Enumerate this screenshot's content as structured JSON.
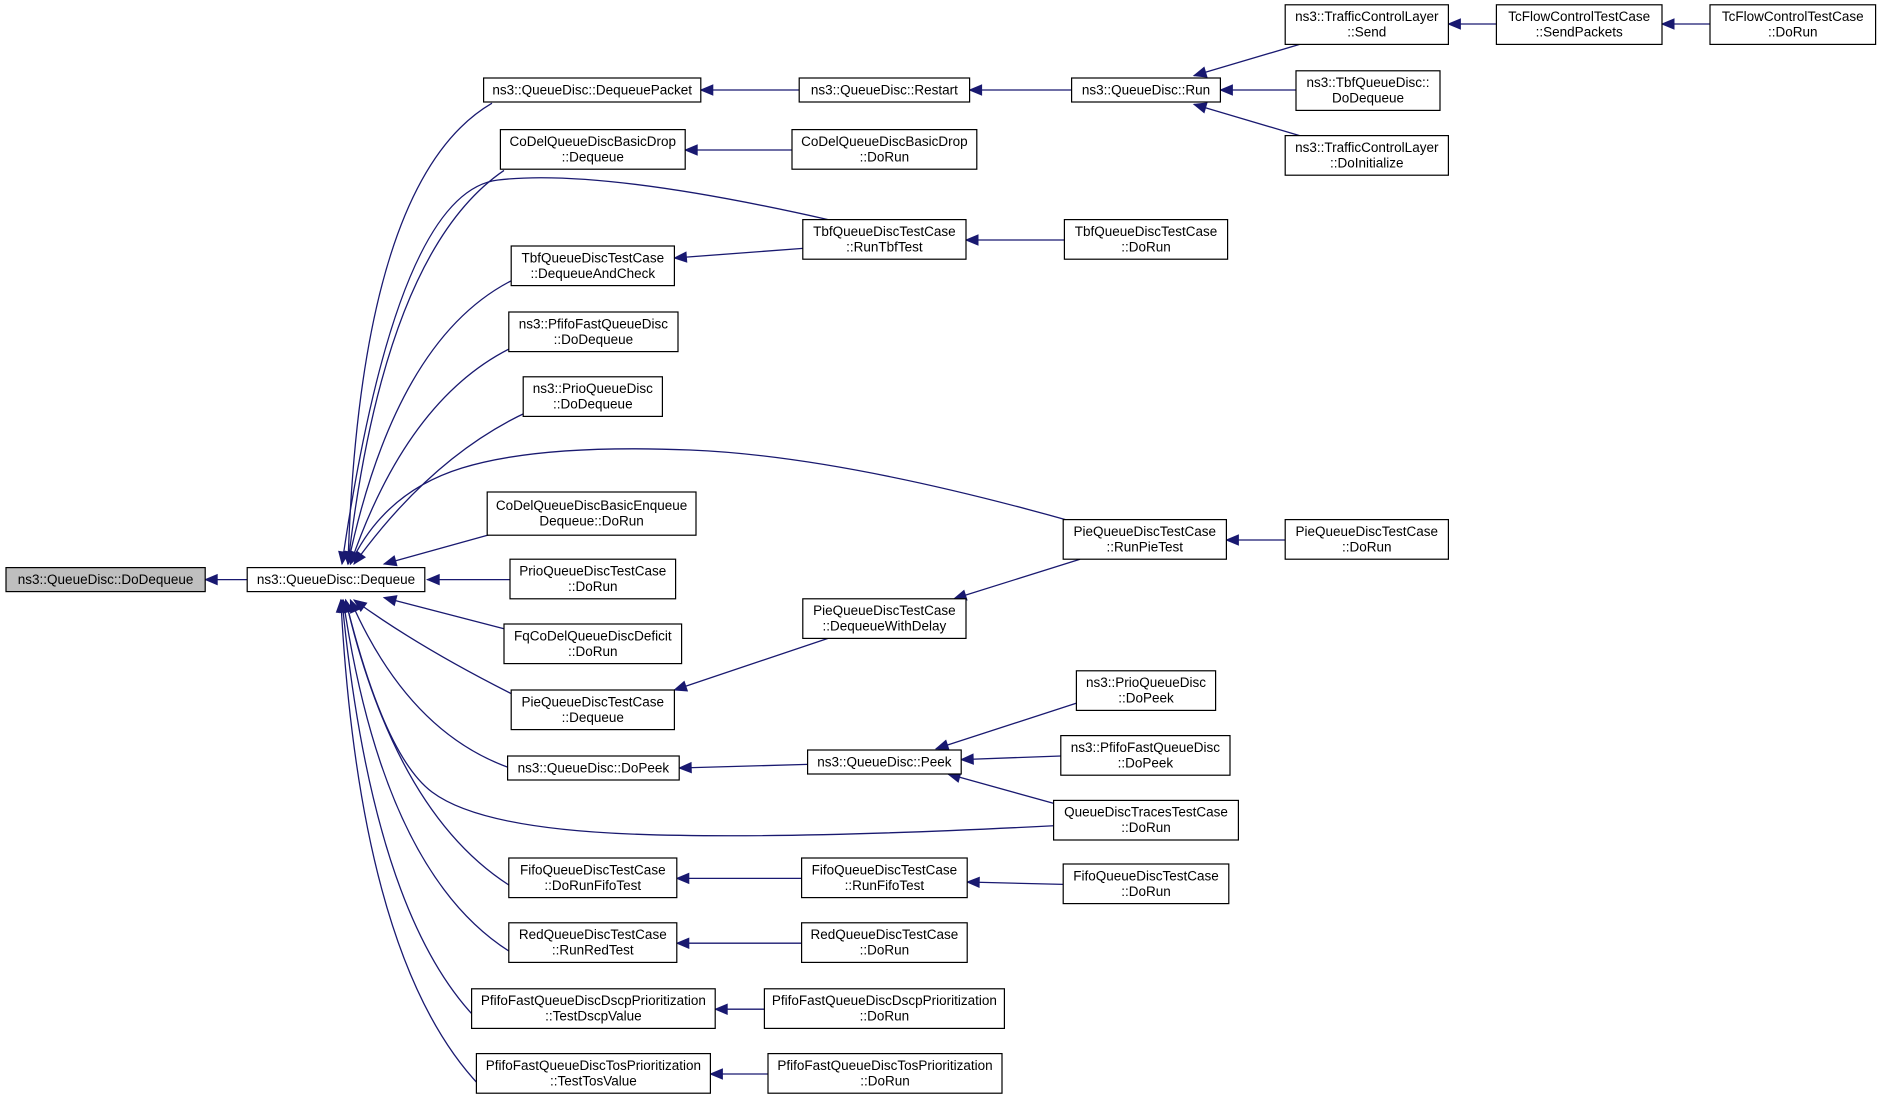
{
  "graph": {
    "nodes": [
      {
        "id": "root",
        "lines": [
          "ns3::QueueDisc::DoDequeue"
        ],
        "root": true
      },
      {
        "id": "dequeue",
        "lines": [
          "ns3::QueueDisc::Dequeue"
        ]
      },
      {
        "id": "dequeuePacket",
        "lines": [
          "ns3::QueueDisc::DequeuePacket"
        ]
      },
      {
        "id": "codelDrop",
        "lines": [
          "CoDelQueueDiscBasicDrop",
          "::Dequeue"
        ]
      },
      {
        "id": "tbfDeqCheck",
        "lines": [
          "TbfQueueDiscTestCase",
          "::DequeueAndCheck"
        ]
      },
      {
        "id": "pfifoDoDeq",
        "lines": [
          "ns3::PfifoFastQueueDisc",
          "::DoDequeue"
        ]
      },
      {
        "id": "prioDoDeq",
        "lines": [
          "ns3::PrioQueueDisc",
          "::DoDequeue"
        ]
      },
      {
        "id": "codelEnq",
        "lines": [
          "CoDelQueueDiscBasicEnqueue",
          "Dequeue::DoRun"
        ]
      },
      {
        "id": "prioTest",
        "lines": [
          "PrioQueueDiscTestCase",
          "::DoRun"
        ]
      },
      {
        "id": "fqcodel",
        "lines": [
          "FqCoDelQueueDiscDeficit",
          "::DoRun"
        ]
      },
      {
        "id": "pieDeq",
        "lines": [
          "PieQueueDiscTestCase",
          "::Dequeue"
        ]
      },
      {
        "id": "doPeek",
        "lines": [
          "ns3::QueueDisc::DoPeek"
        ]
      },
      {
        "id": "fifoRunFifo",
        "lines": [
          "FifoQueueDiscTestCase",
          "::DoRunFifoTest"
        ]
      },
      {
        "id": "redRun",
        "lines": [
          "RedQueueDiscTestCase",
          "::RunRedTest"
        ]
      },
      {
        "id": "pfifoDscp",
        "lines": [
          "PfifoFastQueueDiscDscpPrioritization",
          "::TestDscpValue"
        ]
      },
      {
        "id": "pfifoTos",
        "lines": [
          "PfifoFastQueueDiscTosPrioritization",
          "::TestTosValue"
        ]
      },
      {
        "id": "restart",
        "lines": [
          "ns3::QueueDisc::Restart"
        ]
      },
      {
        "id": "codelDropRun",
        "lines": [
          "CoDelQueueDiscBasicDrop",
          "::DoRun"
        ]
      },
      {
        "id": "tbfRun",
        "lines": [
          "TbfQueueDiscTestCase",
          "::RunTbfTest"
        ]
      },
      {
        "id": "pieDeqDelay",
        "lines": [
          "PieQueueDiscTestCase",
          "::DequeueWithDelay"
        ]
      },
      {
        "id": "peek",
        "lines": [
          "ns3::QueueDisc::Peek"
        ]
      },
      {
        "id": "fifoRun",
        "lines": [
          "FifoQueueDiscTestCase",
          "::RunFifoTest"
        ]
      },
      {
        "id": "redDoRun",
        "lines": [
          "RedQueueDiscTestCase",
          "::DoRun"
        ]
      },
      {
        "id": "pfifoDscpRun",
        "lines": [
          "PfifoFastQueueDiscDscpPrioritization",
          "::DoRun"
        ]
      },
      {
        "id": "pfifoTosRun",
        "lines": [
          "PfifoFastQueueDiscTosPrioritization",
          "::DoRun"
        ]
      },
      {
        "id": "run",
        "lines": [
          "ns3::QueueDisc::Run"
        ]
      },
      {
        "id": "tbfDoRun",
        "lines": [
          "TbfQueueDiscTestCase",
          "::DoRun"
        ]
      },
      {
        "id": "pieRun",
        "lines": [
          "PieQueueDiscTestCase",
          "::RunPieTest"
        ]
      },
      {
        "id": "prioPeek",
        "lines": [
          "ns3::PrioQueueDisc",
          "::DoPeek"
        ]
      },
      {
        "id": "pfifoPeek",
        "lines": [
          "ns3::PfifoFastQueueDisc",
          "::DoPeek"
        ]
      },
      {
        "id": "tracesRun",
        "lines": [
          "QueueDiscTracesTestCase",
          "::DoRun"
        ]
      },
      {
        "id": "fifoDoRun",
        "lines": [
          "FifoQueueDiscTestCase",
          "::DoRun"
        ]
      },
      {
        "id": "tclSend",
        "lines": [
          "ns3::TrafficControlLayer",
          "::Send"
        ]
      },
      {
        "id": "tbfDoDeq",
        "lines": [
          "ns3::TbfQueueDisc::",
          "DoDequeue"
        ]
      },
      {
        "id": "tclInit",
        "lines": [
          "ns3::TrafficControlLayer",
          "::DoInitialize"
        ]
      },
      {
        "id": "pieDoRun",
        "lines": [
          "PieQueueDiscTestCase",
          "::DoRun"
        ]
      },
      {
        "id": "tcSendPackets",
        "lines": [
          "TcFlowControlTestCase",
          "::SendPackets"
        ]
      },
      {
        "id": "tcDoRun",
        "lines": [
          "TcFlowControlTestCase",
          "::DoRun"
        ]
      }
    ]
  }
}
